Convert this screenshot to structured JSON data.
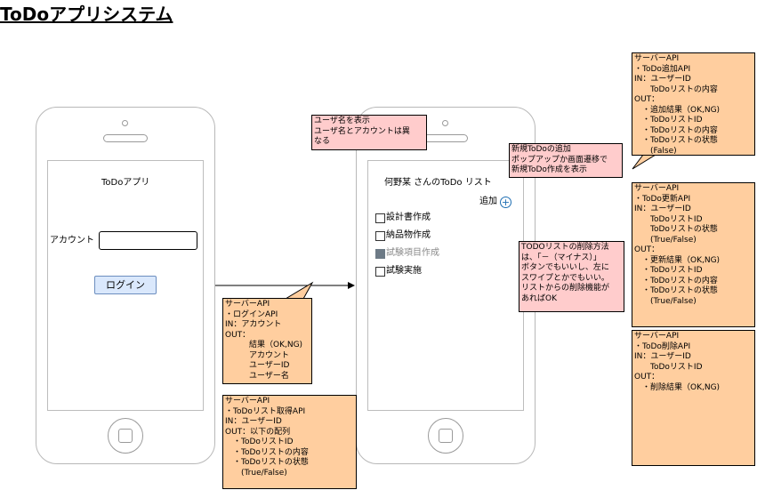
{
  "title": "ToDoアプリシステム",
  "login_screen": {
    "app_name": "ToDoアプリ",
    "account_label": "アカウント",
    "login_button": "ログイン"
  },
  "list_screen": {
    "header": "何野某 さんのToDo リスト",
    "add_label": "追加",
    "add_icon": "plus-circle-icon",
    "items": [
      {
        "label": "設計書作成",
        "done": false
      },
      {
        "label": "納品物作成",
        "done": false
      },
      {
        "label": "試験項目作成",
        "done": true
      },
      {
        "label": "試験実施",
        "done": false
      }
    ]
  },
  "callouts": {
    "login_api": "サーバーAPI\n・ログインAPI\nIN：アカウント\nOUT：\n　　　結果（OK,NG)\n　　　アカウント\n　　　ユーザーID\n　　　ユーザー名",
    "get_api": "サーバーAPI\n・ToDoリスト取得API\nIN：ユーザーID\nOUT：以下の配列\n　・ToDoリストID\n　・ToDoリストの内容\n　・ToDoリストの状態\n　　(True/False)",
    "username_note": "ユーザ名を表示\nユーザ名とアカウントは異\nなる",
    "add_note": "新規ToDoの追加\nポップアップか画面遷移で\n新規ToDo作成を表示",
    "delete_note": "TODOリストの削除方法\nは、「－（マイナス）」\nボタンでもいいし、左に\nスワイプとかでもいい。\nリストからの削除機能が\nあればOK",
    "add_api": "サーバーAPI\n・ToDo追加API\nIN：ユーザーID\n　　ToDoリストの内容\nOUT：\n　・追加結果（OK,NG)\n　・ToDoリストID\n　・ToDoリストの内容\n　・ToDoリストの状態\n　　(False)",
    "update_api": "サーバーAPI\n・ToDo更新API\nIN：ユーザーID\n　　ToDoリストID\n　　ToDoリストの状態\n　　(True/False)\nOUT：\n　・更新結果（OK,NG)\n　・ToDoリストID\n　・ToDoリストの内容\n　・ToDoリストの状態\n　　(True/False)",
    "delete_api": "サーバーAPI\n・ToDo削除API\nIN：ユーザーID\n　　ToDoリストID\nOUT：\n　・削除結果（OK,NG)"
  },
  "colors": {
    "callout_orange": "#ffce9f",
    "callout_pink": "#ffcccc",
    "login_button_fill": "#dae8fc",
    "login_button_border": "#6c8ebf"
  }
}
